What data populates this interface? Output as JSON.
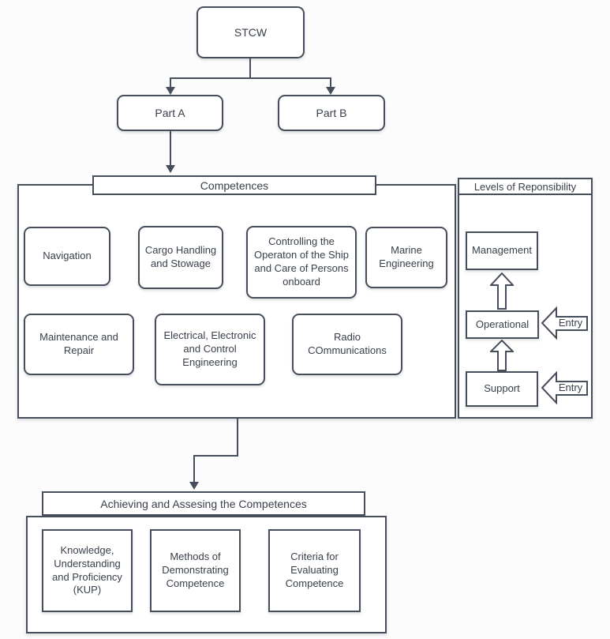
{
  "colors": {
    "border": "#454e5a",
    "text": "#39404b",
    "background": "#fcfcfc",
    "fill": "#ffffff"
  },
  "nodes": {
    "stcw": "STCW",
    "part_a": "Part A",
    "part_b": "Part B"
  },
  "competences": {
    "title": "Competences",
    "items": [
      "Navigation",
      "Cargo Handling and Stowage",
      "Controlling the Operaton of the Ship and Care of Persons onboard",
      "Marine Engineering",
      "Maintenance and Repair",
      "Electrical, Electronic and Control Engineering",
      "Radio COmmunications"
    ]
  },
  "levels": {
    "title": "Levels of Reponsibility",
    "items": [
      "Management",
      "Operational",
      "Support"
    ],
    "entry_label": "Entry"
  },
  "achieving": {
    "title": "Achieving and Assesing the Competences",
    "items": [
      "Knowledge, Understanding and Proficiency (KUP)",
      "Methods of Demonstrating Competence",
      "Criteria for Evaluating Competence"
    ]
  }
}
